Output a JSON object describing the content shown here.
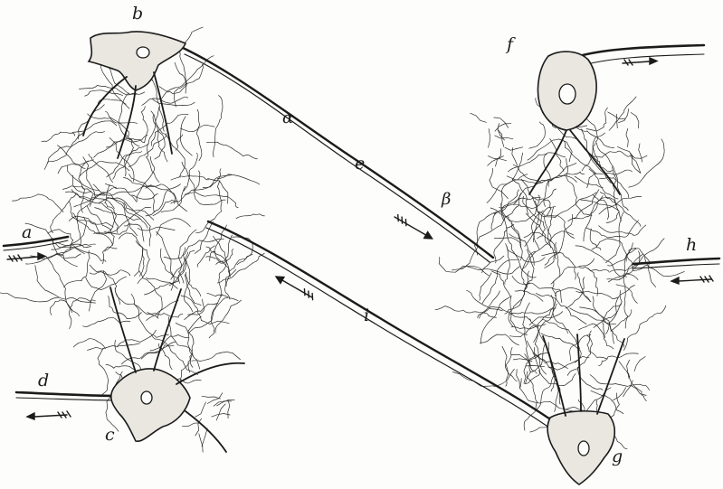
{
  "labels": {
    "a": "a",
    "b": "b",
    "c": "c",
    "d": "d",
    "e": "e",
    "f": "f",
    "g": "g",
    "h": "h",
    "i": "i",
    "alpha": "α",
    "beta": "β"
  },
  "colors": {
    "ink": "#1b1b1b",
    "paper": "#fdfdfb"
  },
  "icons": [
    "arrow-right-icon",
    "arrow-left-icon"
  ]
}
